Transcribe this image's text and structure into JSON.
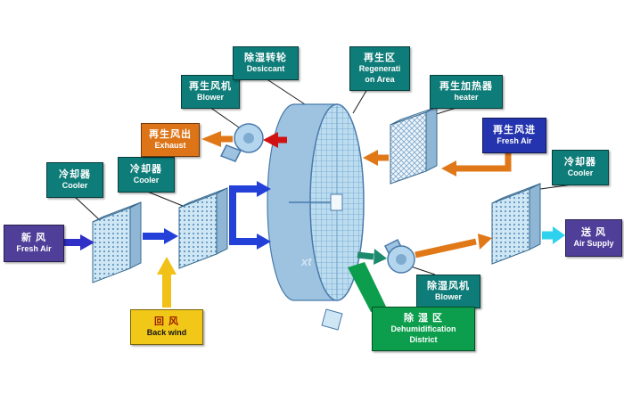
{
  "labels": {
    "fresh_air_in": {
      "zh": "新 风",
      "en": "Fresh Air"
    },
    "cooler_left1": {
      "zh": "冷却器",
      "en": "Cooler"
    },
    "cooler_left2": {
      "zh": "冷却器",
      "en": "Cooler"
    },
    "back_wind": {
      "zh": "回 风",
      "en": "Back wind"
    },
    "regen_blower": {
      "zh": "再生风机",
      "en": "Blower"
    },
    "exhaust": {
      "zh": "再生风出",
      "en": "Exhaust"
    },
    "desiccant": {
      "zh": "除湿转轮",
      "en": "Desiccant"
    },
    "regen_area": {
      "zh": "再生区",
      "en1": "Regenerati",
      "en2": "on Area"
    },
    "heater": {
      "zh": "再生加热器",
      "en": "heater"
    },
    "regen_fresh_air": {
      "zh": "再生风进",
      "en": "Fresh Air"
    },
    "cooler_right": {
      "zh": "冷却器",
      "en": "Cooler"
    },
    "air_supply": {
      "zh": "送 风",
      "en": "Air Supply"
    },
    "dehumid_blower": {
      "zh": "除湿风机",
      "en": "Blower"
    },
    "dehumid_district": {
      "zh": "除 湿 区",
      "en1": "Dehumidification",
      "en2": "District"
    }
  },
  "watermark": "xt",
  "colors": {
    "label_teal": "#0e7c78",
    "label_purple": "#4f3f99",
    "label_orange": "#dd7418",
    "label_yellow": "#f2c818",
    "label_blue": "#2434ae",
    "label_green": "#0d9e4d",
    "arrow_blue": "#2340d8",
    "arrow_violet_blue": "#3030c8",
    "arrow_yellow": "#f2c117",
    "arrow_red": "#d11212",
    "arrow_orange": "#e07818",
    "arrow_teal_green": "#1d8a6e",
    "arrow_cyan": "#2fd2ee",
    "box_fill_light_blue": "#cfe6f4",
    "outline_blue": "#36698f"
  }
}
